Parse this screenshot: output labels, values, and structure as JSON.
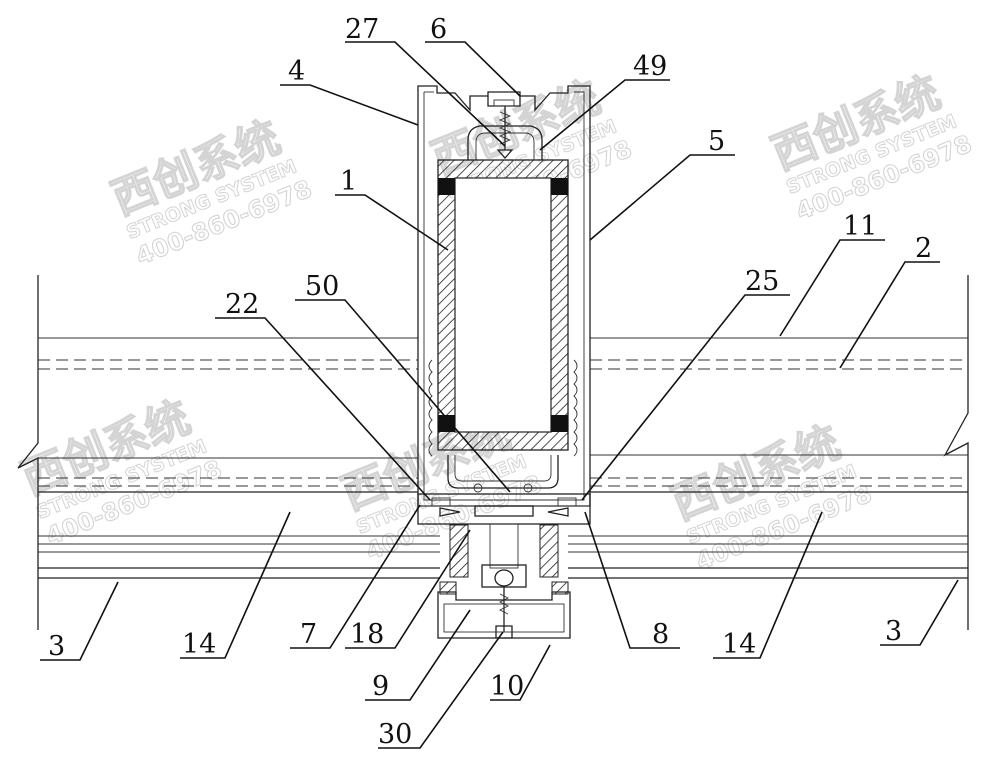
{
  "watermark": {
    "brand_cn": "西创系统",
    "brand_en": "STRONG SYSTEM",
    "phone": "400-860-6978"
  },
  "callouts": [
    "27",
    "6",
    "49",
    "4",
    "5",
    "1",
    "11",
    "2",
    "50",
    "25",
    "22",
    "7",
    "18",
    "8",
    "14",
    "3",
    "9",
    "10",
    "30"
  ],
  "colors": {
    "line": "#222222",
    "watermark": "#d4d4d4",
    "background": "#ffffff"
  }
}
